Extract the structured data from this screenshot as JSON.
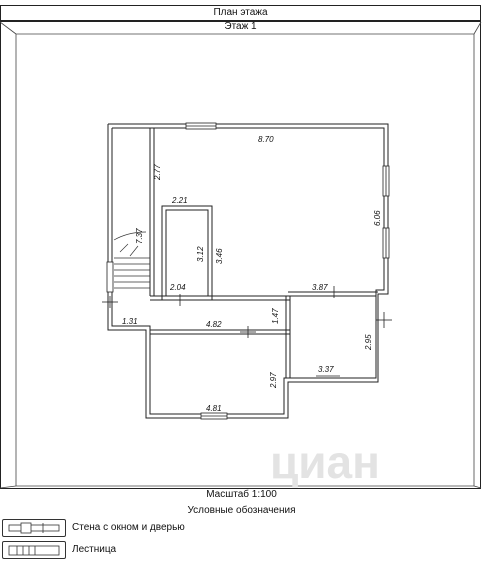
{
  "header": {
    "title": "План этажа",
    "floor": "Этаж 1"
  },
  "plan": {
    "dimensions": [
      "8.70",
      "2.77",
      "2.21",
      "7.37",
      "3.12",
      "3.46",
      "6.06",
      "2.04",
      "3.87",
      "1.31",
      "4.82",
      "1.47",
      "2.95",
      "3.37",
      "2.97",
      "4.81"
    ],
    "watermark": "циан"
  },
  "footer": {
    "scale": "Масштаб 1:100",
    "legend_title": "Условные обозначения"
  },
  "legend": {
    "items": [
      {
        "label": "Стена с окном и дверью",
        "icon": "wall-window-door-icon"
      },
      {
        "label": "Лестница",
        "icon": "stairs-icon"
      }
    ]
  }
}
